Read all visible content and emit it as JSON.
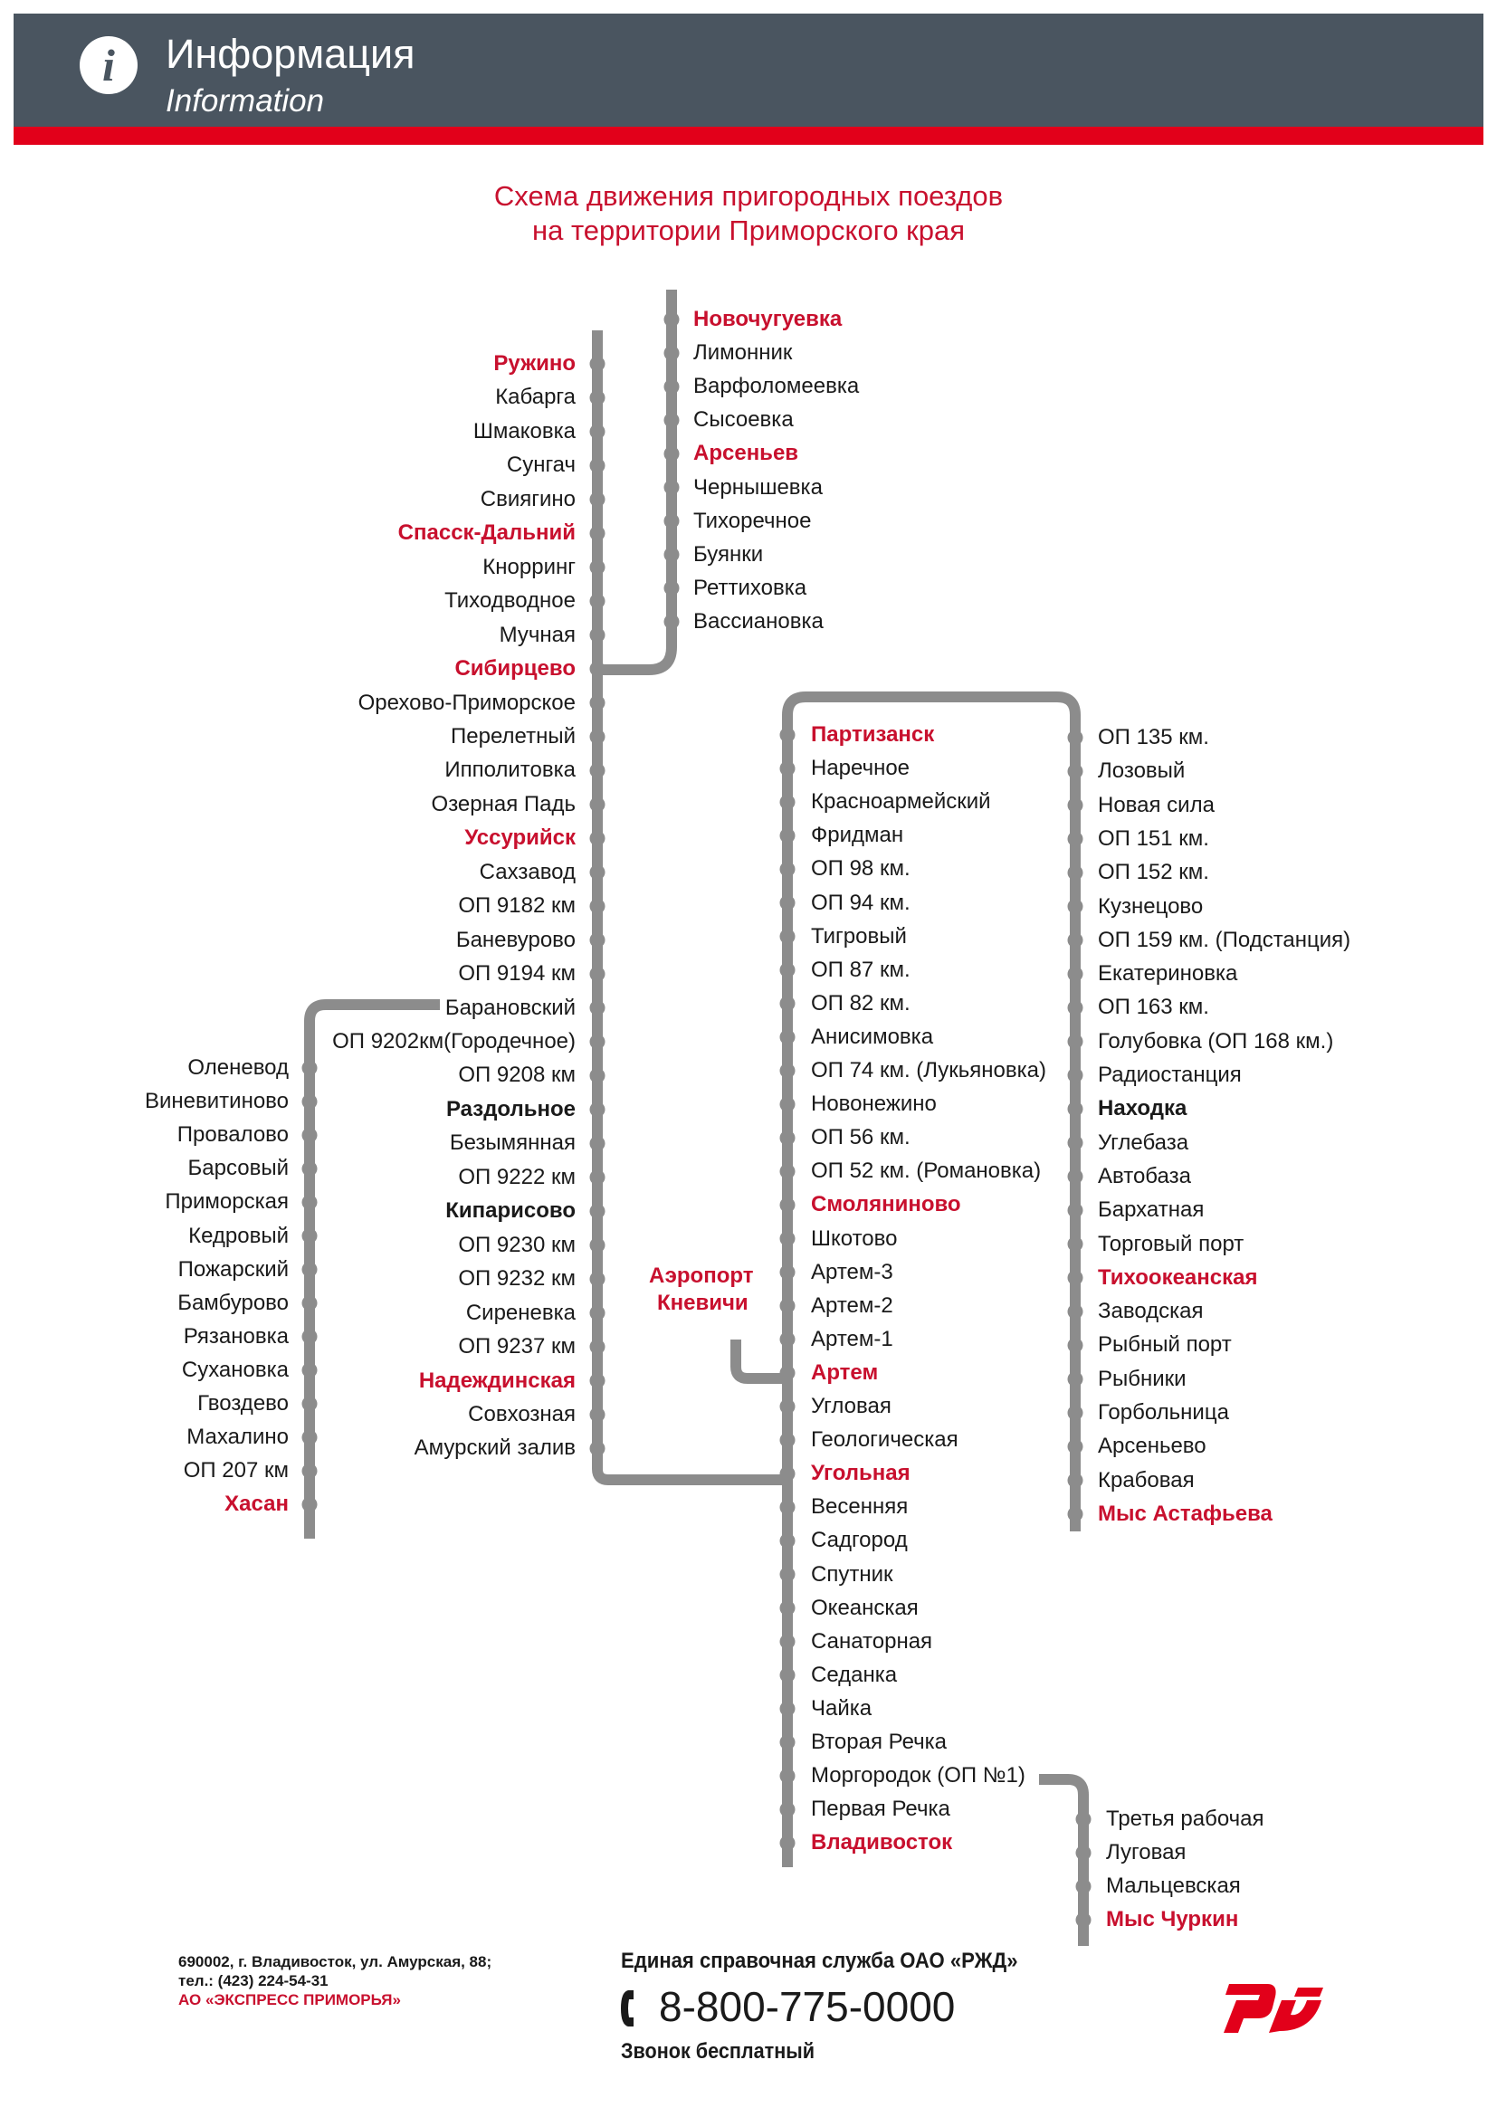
{
  "header": {
    "title_ru": "Информация",
    "title_en": "Information",
    "icon": "info-icon"
  },
  "title": {
    "line1": "Схема движения пригородных поездов",
    "line2": "на территории Приморского края"
  },
  "colors": {
    "header_bg": "#4a5560",
    "accent_red": "#e2001a",
    "line_gray": "#8c8c8c",
    "major_station": "#c8102e"
  },
  "lines": {
    "novochuguevka": [
      "Новочугуевка",
      "Лимонник",
      "Варфоломеевка",
      "Сысоевка",
      "Арсеньев",
      "Чернышевка",
      "Тихоречное",
      "Буянки",
      "Реттиховка",
      "Вассиановка"
    ],
    "ruzhino": [
      "Ружино",
      "Кабарга",
      "Шмаковка",
      "Сунгач",
      "Свиягино",
      "Спасск-Дальний",
      "Кнорринг",
      "Тиходводное",
      "Мучная",
      "Сибирцево",
      "Орехово-Приморское",
      "Перелетный",
      "Ипполитовка",
      "Озерная Падь",
      "Уссурийск",
      "Сахзавод",
      "ОП 9182 км",
      "Баневурово",
      "ОП 9194 км",
      "Барановский",
      "ОП 9202км(Городечное)",
      "ОП 9208 км",
      "Раздольное",
      "Безымянная",
      "ОП 9222 км",
      "Кипарисово",
      "ОП 9230 км",
      "ОП 9232 км",
      "Сиреневка",
      "ОП 9237 км",
      "Надеждинская",
      "Совхозная",
      "Амурский залив"
    ],
    "khasan": [
      "Оленевод",
      "Виневитиново",
      "Провалово",
      "Барсовый",
      "Приморская",
      "Кедровый",
      "Пожарский",
      "Бамбурово",
      "Рязановка",
      "Сухановка",
      "Гвоздево",
      "Махалино",
      "ОП 207 км",
      "Хасан"
    ],
    "partizansk": [
      "Партизанск",
      "Наречное",
      "Красноармейский",
      "Фридман",
      "ОП 98 км.",
      "ОП 94 км.",
      "Тигровый",
      "ОП 87 км.",
      "ОП 82 км.",
      "Анисимовка",
      "ОП 74 км. (Лукьяновка)",
      "Новонежино",
      "ОП 56 км.",
      "ОП 52 км. (Романовка)",
      "Смоляниново",
      "Шкотово",
      "Артем-3",
      "Артем-2",
      "Артем-1",
      "Артем",
      "Угловая",
      "Геологическая",
      "Угольная",
      "Весенняя",
      "Садгород",
      "Спутник",
      "Океанская",
      "Санаторная",
      "Седанка",
      "Чайка",
      "Вторая Речка",
      "Моргородок (ОП №1)",
      "Первая Речка",
      "Владивосток"
    ],
    "nakhodka": [
      "ОП 135 км.",
      "Лозовый",
      "Новая сила",
      "ОП 151 км.",
      "ОП 152 км.",
      "Кузнецово",
      "ОП 159 км. (Подстанция)",
      "Екатериновка",
      "ОП 163 км.",
      "Голубовка (ОП 168 км.)",
      "Радиостанция",
      "Находка",
      "Углебаза",
      "Автобаза",
      "Бархатная",
      "Торговый порт",
      "Тихоокеанская",
      "Заводская",
      "Рыбный порт",
      "Рыбники",
      "Горбольница",
      "Арсеньево",
      "Крабовая",
      "Мыс Астафьева"
    ],
    "churkin": [
      "Третья рабочая",
      "Луговая",
      "Мальцевская",
      "Мыс Чуркин"
    ],
    "airport": {
      "line1": "Аэропорт",
      "line2": "Кневичи"
    }
  },
  "footer": {
    "address_line1": "690002, г. Владивосток, ул. Амурская, 88;",
    "address_line2": "тел.: (423) 224-54-31",
    "company": "АО «ЭКСПРЕСС ПРИМОРЬЯ»",
    "reference_title": "Единая справочная служба ОАО «РЖД»",
    "phone": "8-800-775-0000",
    "free_call": "Звонок бесплатный",
    "logo": "rzd-logo"
  }
}
